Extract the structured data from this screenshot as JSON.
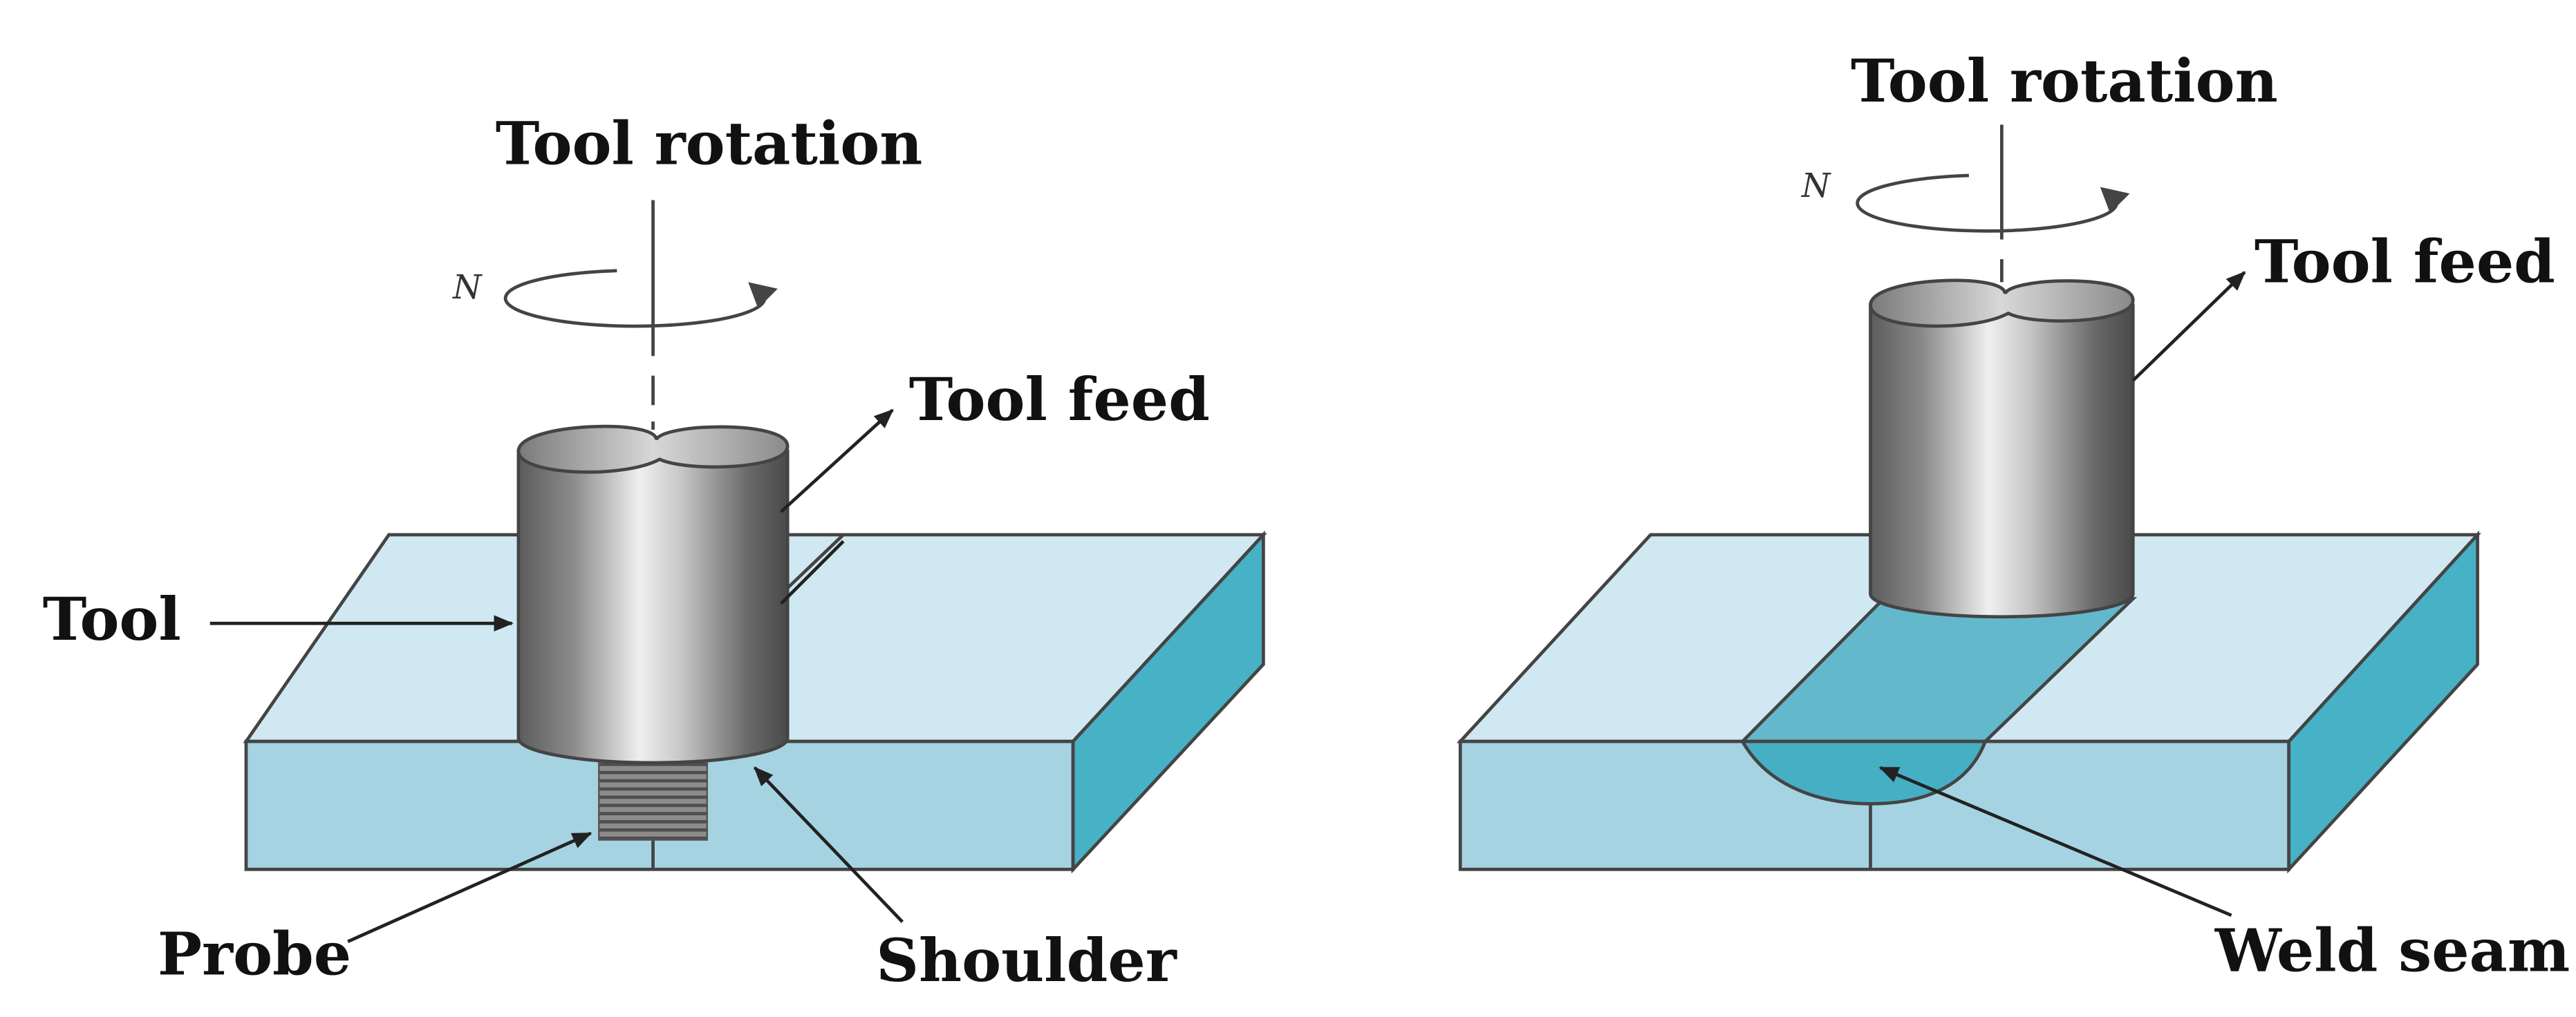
{
  "left": {
    "tool_rotation": "Tool rotation",
    "speed_symbol": "N",
    "tool_feed": "Tool feed",
    "tool": "Tool",
    "probe": "Probe",
    "shoulder": "Shoulder"
  },
  "right": {
    "tool_rotation": "Tool rotation",
    "speed_symbol": "N",
    "tool_feed": "Tool feed",
    "weld_seam": "Weld seam"
  },
  "colors": {
    "plate_top": "#d0e8f2",
    "plate_front": "#a6d3e2",
    "plate_side": "#47b1c6",
    "seam_top": "#63b8cc",
    "seam_front": "#46afc4",
    "outline": "#444444",
    "tool_dark": "#5c5c5c",
    "tool_light": "#efefef"
  }
}
